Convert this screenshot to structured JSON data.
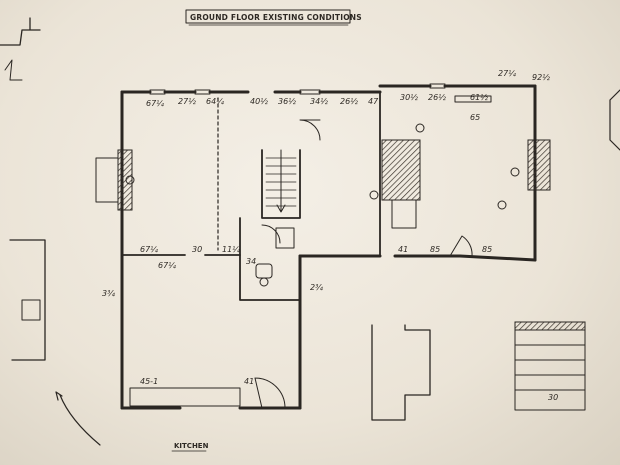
{
  "sheet": {
    "title": "GROUND FLOOR EXISTING CONDITIONS",
    "room_label": "KITCHEN",
    "colors": {
      "paper": "#f1ece2",
      "ink": "#2a2622",
      "hatch": "#3a332c"
    }
  },
  "dimensions": [
    {
      "id": "d1",
      "text": "67¼"
    },
    {
      "id": "d2",
      "text": "27½"
    },
    {
      "id": "d3",
      "text": "64¼"
    },
    {
      "id": "d4",
      "text": "40½"
    },
    {
      "id": "d5",
      "text": "36½"
    },
    {
      "id": "d6",
      "text": "34½"
    },
    {
      "id": "d7",
      "text": "26½"
    },
    {
      "id": "d8",
      "text": "47"
    },
    {
      "id": "d9",
      "text": "30½"
    },
    {
      "id": "d10",
      "text": "26½"
    },
    {
      "id": "d11",
      "text": "61½"
    },
    {
      "id": "d12",
      "text": "27¼"
    },
    {
      "id": "d13",
      "text": "92½"
    },
    {
      "id": "d14",
      "text": "65"
    },
    {
      "id": "d15",
      "text": "67¼"
    },
    {
      "id": "d16",
      "text": "30"
    },
    {
      "id": "d17",
      "text": "67¼"
    },
    {
      "id": "d18",
      "text": "11¼"
    },
    {
      "id": "d19",
      "text": "34"
    },
    {
      "id": "d20",
      "text": "41"
    },
    {
      "id": "d21",
      "text": "85"
    },
    {
      "id": "d22",
      "text": "85"
    },
    {
      "id": "d23",
      "text": "45-1"
    },
    {
      "id": "d24",
      "text": "41"
    },
    {
      "id": "d25",
      "text": "3¾"
    },
    {
      "id": "d26",
      "text": "2¾"
    },
    {
      "id": "d27",
      "text": "30"
    }
  ]
}
